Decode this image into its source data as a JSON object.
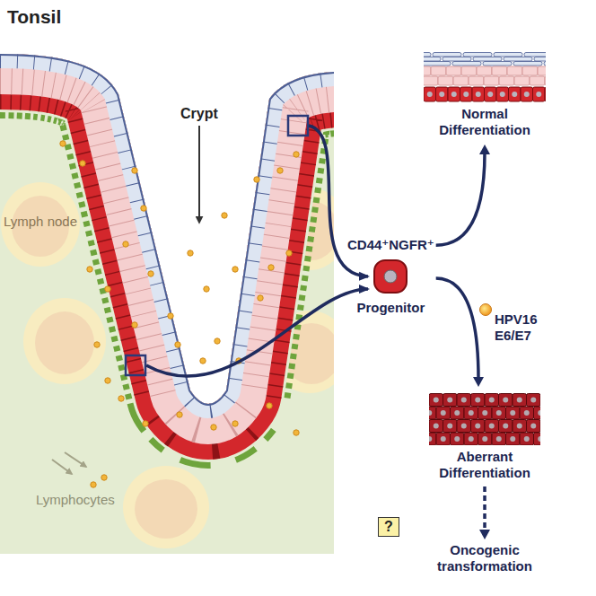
{
  "diagram": {
    "nodes": [
      {
        "text": [
          "Normal Differentiation"
        ]
      },
      {
        "text": [
          "CD44⁺NGFR⁺",
          "Progenitor"
        ]
      },
      {
        "text": [
          "Aberrant Differentiation"
        ]
      },
      {
        "text": [
          "?"
        ]
      },
      {
        "text": [
          "Oncogenic transformation"
        ]
      }
    ],
    "edges": [
      {
        "from": 1,
        "to": 0,
        "arrow": "to"
      },
      {
        "from": 1,
        "to": 2,
        "label": "HPV16 E6/E7",
        "arrow": "to"
      },
      {
        "from": 2,
        "to": 4,
        "arrow": "to"
      }
    ],
    "labels": [
      "Tonsil",
      "Crypt",
      "Lymph node",
      "Lymphocytes"
    ]
  }
}
